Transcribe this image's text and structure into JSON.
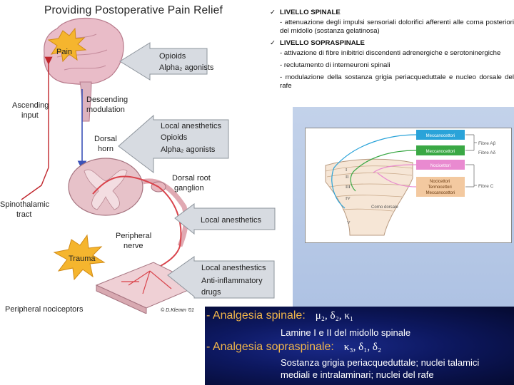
{
  "diagram": {
    "title": "Providing Postoperative Pain Relief",
    "labels": {
      "pain": "Pain",
      "ascending_input": [
        "Ascending",
        "input"
      ],
      "descending_modulation": [
        "Descending",
        "modulation"
      ],
      "dorsal_horn": [
        "Dorsal",
        "horn"
      ],
      "dorsal_root_ganglion": [
        "Dorsal root",
        "ganglion"
      ],
      "spinothalamic_tract": [
        "Spinothalamic",
        "tract"
      ],
      "peripheral_nerve": [
        "Peripheral",
        "nerve"
      ],
      "trauma": "Trauma",
      "peripheral_nociceptors": "Peripheral nociceptors",
      "copyright": "© D.Klemm '01"
    },
    "arrows": [
      {
        "lines": [
          "Opioids",
          "Alpha₂ agonists"
        ]
      },
      {
        "lines": [
          "Local anesthetics",
          "Opioids",
          "Alpha₂ agonists"
        ]
      },
      {
        "lines": [
          "Local anesthetics"
        ]
      },
      {
        "lines": [
          "Local anesthestics",
          "Anti-inflammatory",
          "drugs"
        ]
      }
    ],
    "colors": {
      "pain_star": "#f5b52e",
      "brain": "#e9bcc8",
      "nerve": "#d9434b",
      "arrow": "#d7dbe1"
    }
  },
  "italian_text": {
    "check": "✓",
    "section1_heading": "LIVELLO SPINALE",
    "section1_items": [
      "- attenuazione degli impulsi sensoriali dolorifici afferenti alle corna posteriori del midollo (sostanza gelatinosa)"
    ],
    "section2_heading": "LIVELLO SOPRASPINALE",
    "section2_items": [
      "- attivazione di fibre inibitrici discendenti adrenergiche e serotoninergiche",
      "- reclutamento di interneuroni spinali",
      "- modulazione della sostanza grigia periacqueduttale e nucleo dorsale del rafe"
    ]
  },
  "fiber_figure": {
    "boxes": [
      "Meccanocettori",
      "Meccanocettori",
      "Nocicettori",
      "Nocicettori",
      "Termocettori",
      "Meccanocettori"
    ],
    "fibers": [
      "Fibre Aβ",
      "Fibre Aδ",
      "Fibre C"
    ],
    "laminae": [
      "I",
      "II",
      "III",
      "IV",
      "V"
    ],
    "caption": "Corno dorsale",
    "colors": {
      "abeta": "#2aa3d9",
      "adelta": "#3aa845",
      "c_box": "#e98ad0",
      "c_box2": "#f3c9a0"
    }
  },
  "analgesia": {
    "spinal_label": "- Analgesia spinale:",
    "spinal_receptors": "μ₂, δ₂, κ₁",
    "spinal_detail": "Lamine I e II del midollo spinale",
    "supraspinal_label": "- Analgesia sopraspinale:",
    "supraspinal_receptors": "κ₃, δ₁, δ₂",
    "supraspinal_detail_1": "Sostanza grigia periacqueduttale; nuclei talamici",
    "supraspinal_detail_2": "mediali e intralaminari; nuclei del rafe"
  }
}
